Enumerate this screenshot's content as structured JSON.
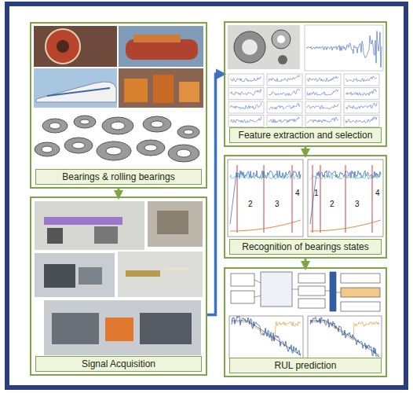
{
  "diagram": {
    "nodes": [
      {
        "text": [
          "Bearings & rolling bearings"
        ]
      },
      {
        "text": [
          "Signal Acquisition"
        ]
      },
      {
        "text": [
          "Feature extraction and selection"
        ]
      },
      {
        "text": [
          "Recognition of bearings states"
        ]
      },
      {
        "text": [
          "RUL prediction"
        ]
      }
    ],
    "edges": [
      {
        "from": 0,
        "to": 1,
        "arrow": "to"
      },
      {
        "from": 1,
        "to": 2,
        "arrow": "to"
      },
      {
        "from": 2,
        "to": 3,
        "arrow": "to"
      },
      {
        "from": 3,
        "to": 4,
        "arrow": "to"
      }
    ],
    "labels": [
      "2",
      "3",
      "4",
      "1",
      "2",
      "3",
      "4"
    ]
  }
}
